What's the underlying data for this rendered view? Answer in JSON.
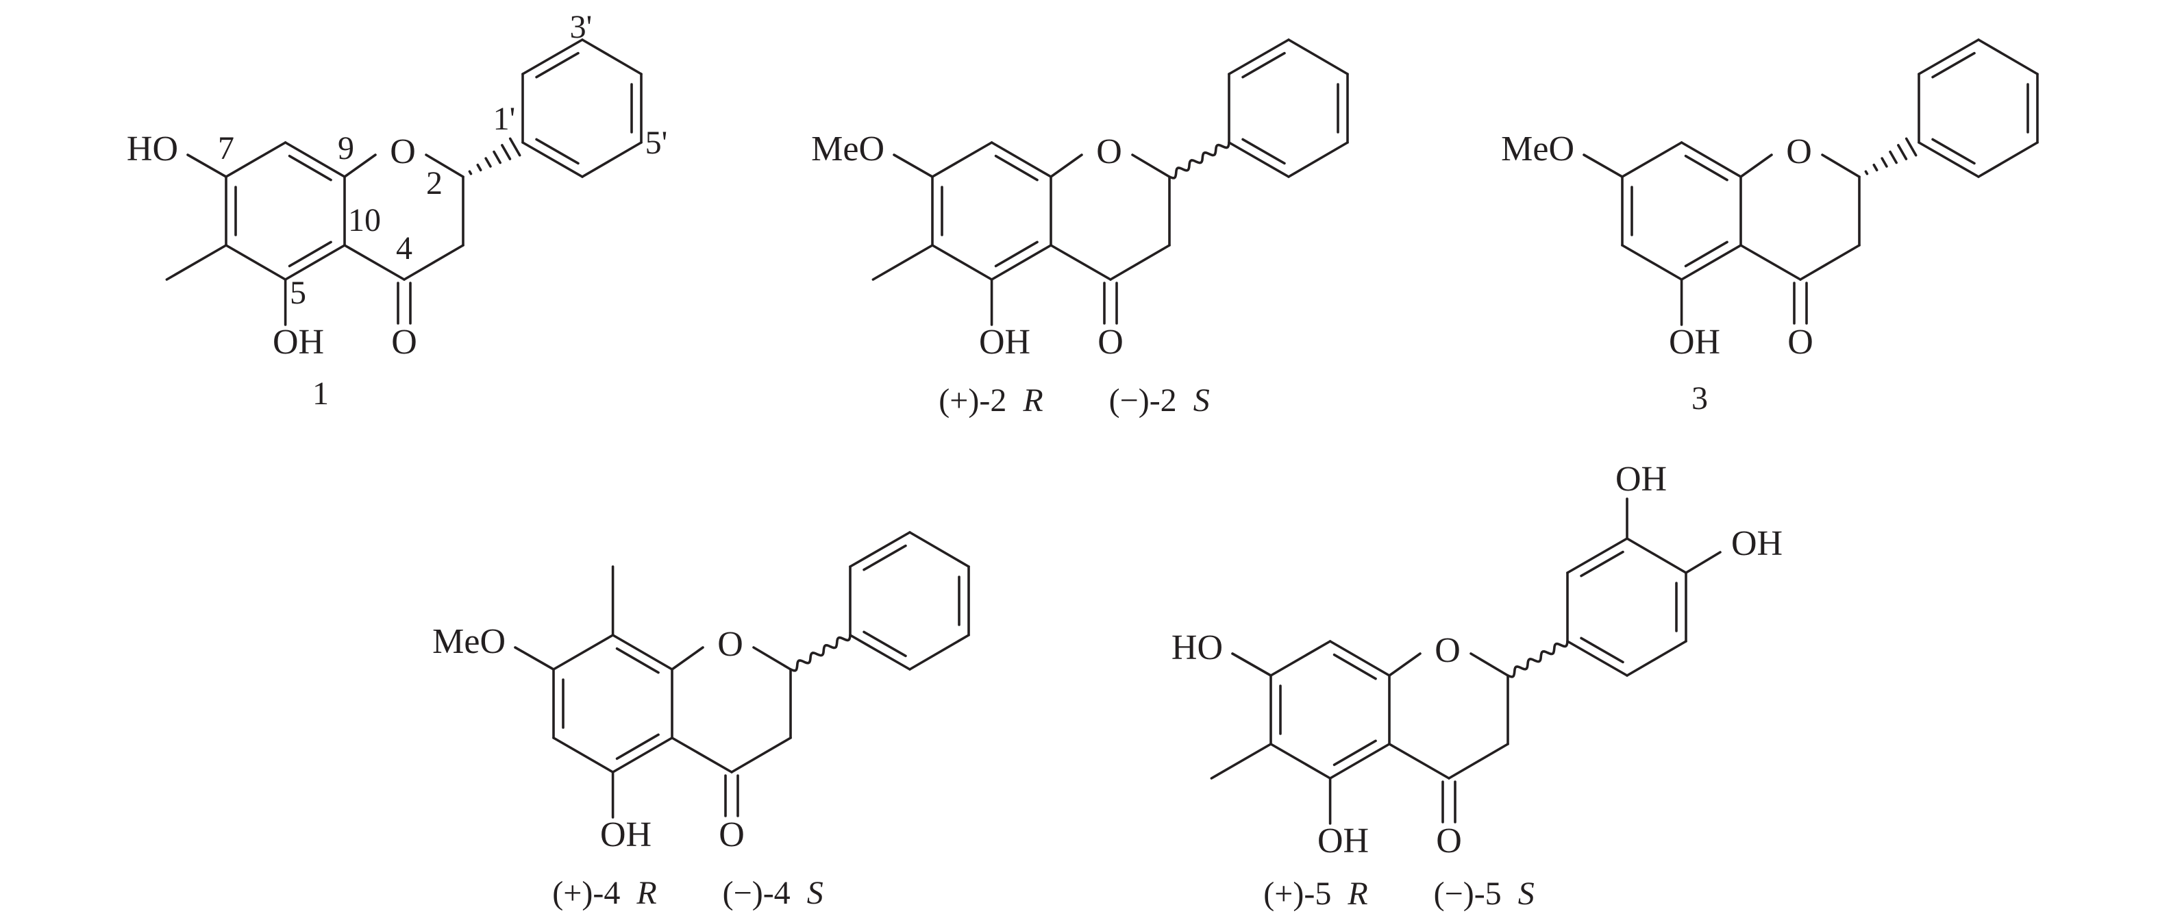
{
  "figure": {
    "compounds": [
      {
        "id": "1",
        "label_parts": [
          "1"
        ],
        "substituent_7": "HO",
        "methyl_6": true,
        "methyl_8": false,
        "stereo_bond": "hashed",
        "phenyl_oh": false,
        "atom_numbers": {
          "n7": "7",
          "n9": "9",
          "n2": "2",
          "n10": "10",
          "n4": "4",
          "n5": "5",
          "n1p": "1'",
          "n3p": "3'",
          "n5p": "5'"
        }
      },
      {
        "id": "2",
        "label_parts": [
          "(+)-2",
          "R",
          "(−)-2",
          "S"
        ],
        "substituent_7": "MeO",
        "methyl_6": true,
        "methyl_8": false,
        "stereo_bond": "wavy",
        "phenyl_oh": false
      },
      {
        "id": "3",
        "label_parts": [
          "3"
        ],
        "substituent_7": "MeO",
        "methyl_6": false,
        "methyl_8": false,
        "stereo_bond": "hashed",
        "phenyl_oh": false
      },
      {
        "id": "4",
        "label_parts": [
          "(+)-4",
          "R",
          "(−)-4",
          "S"
        ],
        "substituent_7": "MeO",
        "methyl_6": false,
        "methyl_8": true,
        "stereo_bond": "wavy",
        "phenyl_oh": false
      },
      {
        "id": "5",
        "label_parts": [
          "(+)-5",
          "R",
          "(−)-5",
          "S"
        ],
        "substituent_7": "HO",
        "methyl_6": true,
        "methyl_8": false,
        "stereo_bond": "wavy",
        "phenyl_oh": true,
        "oh_3p": "OH",
        "oh_4p": "OH"
      }
    ],
    "common": {
      "ring_oxygen": "O",
      "carbonyl_oxygen": "O",
      "hydroxyl_5": "OH"
    }
  }
}
